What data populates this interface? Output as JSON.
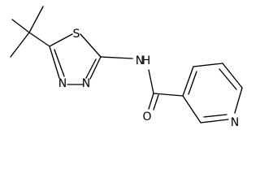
{
  "molecule": {
    "atoms": {
      "sulfur": "S",
      "amide_nitrogen": "N",
      "amide_hydrogen": "H",
      "thiadiazole_nitrogen_left": "N",
      "thiadiazole_nitrogen_right": "N",
      "carbonyl_oxygen": "O",
      "pyridine_nitrogen": "N"
    }
  },
  "colors": {
    "ink": "#000000",
    "background": "#ffffff"
  }
}
